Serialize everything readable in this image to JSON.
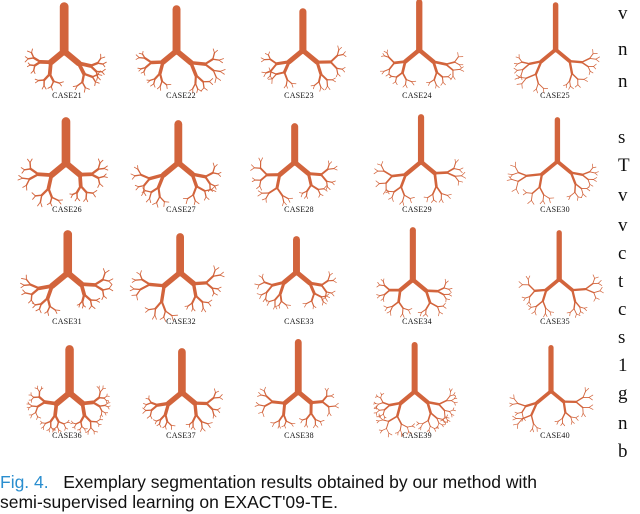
{
  "figure": {
    "cases": [
      "CASE21",
      "CASE22",
      "CASE23",
      "CASE24",
      "CASE25",
      "CASE26",
      "CASE27",
      "CASE28",
      "CASE29",
      "CASE30",
      "CASE31",
      "CASE32",
      "CASE33",
      "CASE34",
      "CASE35",
      "CASE36",
      "CASE37",
      "CASE38",
      "CASE39",
      "CASE40"
    ],
    "airway_color": "#d2643c"
  },
  "caption": {
    "label": "Fig. 4.",
    "line1": "Exemplary segmentation results obtained by our method with",
    "line2": "semi-supervised learning on EXACT'09-TE."
  },
  "side_text": [
    "v",
    "n",
    "n",
    "s",
    "T",
    "v",
    "v",
    "c",
    "t",
    "c",
    "s",
    "1",
    "g",
    "n",
    "b"
  ]
}
